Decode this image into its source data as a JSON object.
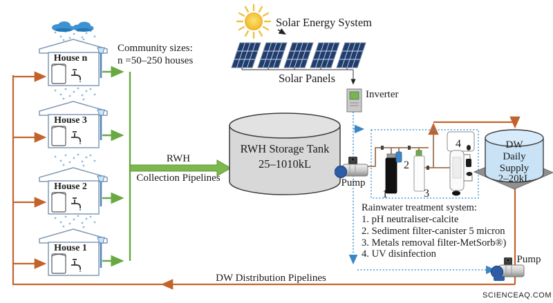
{
  "community": {
    "line1": "Community sizes:",
    "line2": "n =50–250 houses"
  },
  "houses": [
    {
      "label": "House n"
    },
    {
      "label": "House 3"
    },
    {
      "label": "House 2"
    },
    {
      "label": "House 1"
    }
  ],
  "collection": {
    "line1": "RWH",
    "line2": "Collection Pipelines"
  },
  "storage_tank": {
    "line1": "RWH Storage Tank",
    "line2": "25–1010kL"
  },
  "solar": {
    "system_label": "Solar Energy System",
    "panels_label": "Solar Panels",
    "inverter_label": "Inverter"
  },
  "pumps": {
    "pump1_label": "Pump",
    "pump2_label": "Pump"
  },
  "treatment": {
    "title": "Rainwater treatment system:",
    "items": [
      "1. pH neutraliser-calcite",
      "2. Sediment filter-canister 5 micron",
      "3. Metals removal filter-MetSorb®)",
      "4. UV disinfection"
    ],
    "unit_numbers": [
      "1",
      "2",
      "3",
      "4"
    ]
  },
  "dw_tank": {
    "line1": "DW",
    "line2": "Daily",
    "line3": "Supply",
    "line4": "2–20kL"
  },
  "distribution": {
    "label": "DW Distribution Pipelines"
  },
  "watermark": "SCIENCEAQ.COM",
  "colors": {
    "collection_green": "#69a843",
    "distribution_orange": "#c2632c",
    "power_blue": "#4a96d2",
    "house_outline": "#8199b5",
    "tank_gray": "#d8d8d8",
    "dw_tank_blue": "#c9e2f5",
    "watermark_pink": "#f2a4a4"
  }
}
